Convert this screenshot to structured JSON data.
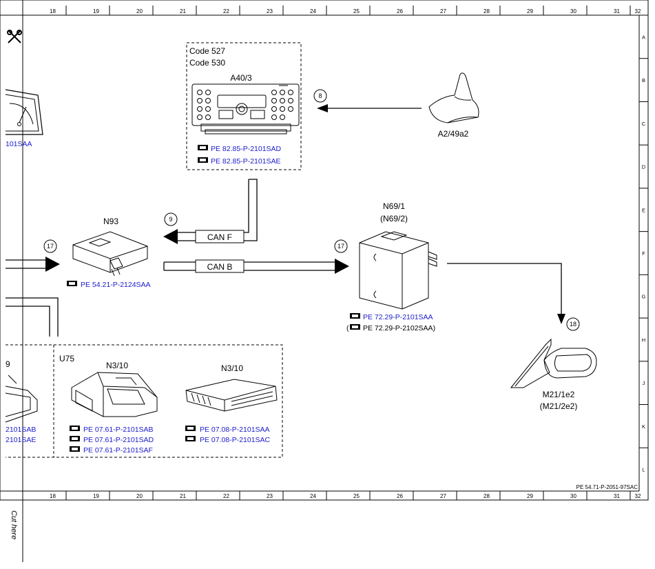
{
  "sheet": {
    "columns_top": [
      "18",
      "19",
      "20",
      "21",
      "22",
      "23",
      "24",
      "25",
      "26",
      "27",
      "28",
      "29",
      "30",
      "31",
      "32"
    ],
    "columns_bottom": [
      "18",
      "19",
      "20",
      "21",
      "22",
      "23",
      "24",
      "25",
      "26",
      "27",
      "28",
      "29",
      "30",
      "31",
      "32"
    ],
    "rows": [
      "A",
      "B",
      "C",
      "D",
      "E",
      "F",
      "G",
      "H",
      "J",
      "K",
      "L"
    ],
    "footer_code": "PE 54.71-P-2051-97SAC",
    "cut_here": "Cut here"
  },
  "components": {
    "radio": {
      "codes": [
        "Code 527",
        "Code 530"
      ],
      "id": "A40/3",
      "refs": [
        "PE 82.85-P-2101SAD",
        "PE 82.85-P-2101SAE"
      ]
    },
    "antenna": {
      "id": "A2/49a2",
      "callout": "8"
    },
    "n93": {
      "id": "N93",
      "ref": "PE 54.21-P-2124SAA",
      "callout": "17"
    },
    "can_f": {
      "label": "CAN F",
      "callout": "9"
    },
    "can_b": {
      "label": "CAN B"
    },
    "n69": {
      "id": "N69/1",
      "id_alt": "(N69/2)",
      "callout": "17",
      "refs": [
        "PE 72.29-P-2101SAA"
      ],
      "ref_alt": "PE 72.29-P-2102SAA)",
      "ref_alt_prefix": "("
    },
    "mirror": {
      "id": "M21/1e2",
      "id_alt": "(M21/2e2)",
      "callout": "18"
    },
    "cluster": {
      "ref_partial": "101SAA"
    },
    "u75": {
      "label": "U75",
      "left_partial_refs": [
        "2101SAB",
        "2101SAE"
      ],
      "left_partial_id": "9",
      "ecu_a": {
        "id": "N3/10",
        "refs": [
          "PE 07.61-P-2101SAB",
          "PE 07.61-P-2101SAD",
          "PE 07.61-P-2101SAF"
        ]
      },
      "ecu_b": {
        "id": "N3/10",
        "refs": [
          "PE 07.08-P-2101SAA",
          "PE 07.08-P-2101SAC"
        ]
      }
    }
  }
}
